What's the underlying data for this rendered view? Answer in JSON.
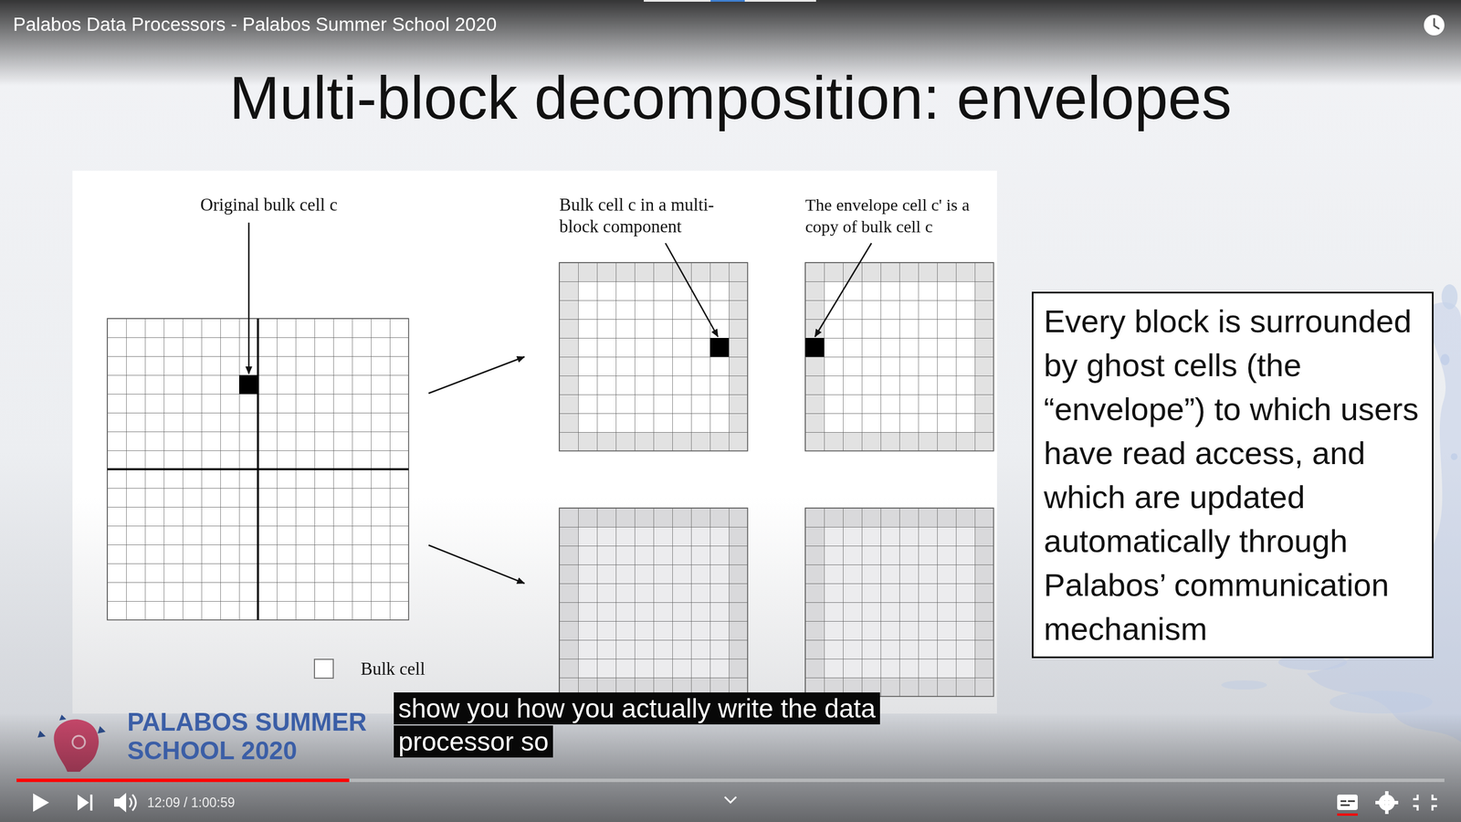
{
  "diagram": {
    "title": "Multi-block decomposition: envelopes",
    "nodes": [
      {
        "text": [
          "Every block is surrounded by ghost cells (the “envelope”) to which users have read access, and which are updated automatically through Palabos’ communication mechanism"
        ]
      }
    ],
    "labels": [
      "Palabos Data Processors - Palabos Summer School 2020",
      "Original bulk cell c",
      "Bulk cell c in a multi-block component",
      "The envelope cell c' is a copy of bulk cell c",
      "show you how you actually write the data processor so",
      "PALABOS SUMMER SCHOOL 2020",
      "12:09 / 1:00:59"
    ],
    "legend": [
      {
        "text": "Bulk cell",
        "color": "#ffffff"
      }
    ]
  }
}
